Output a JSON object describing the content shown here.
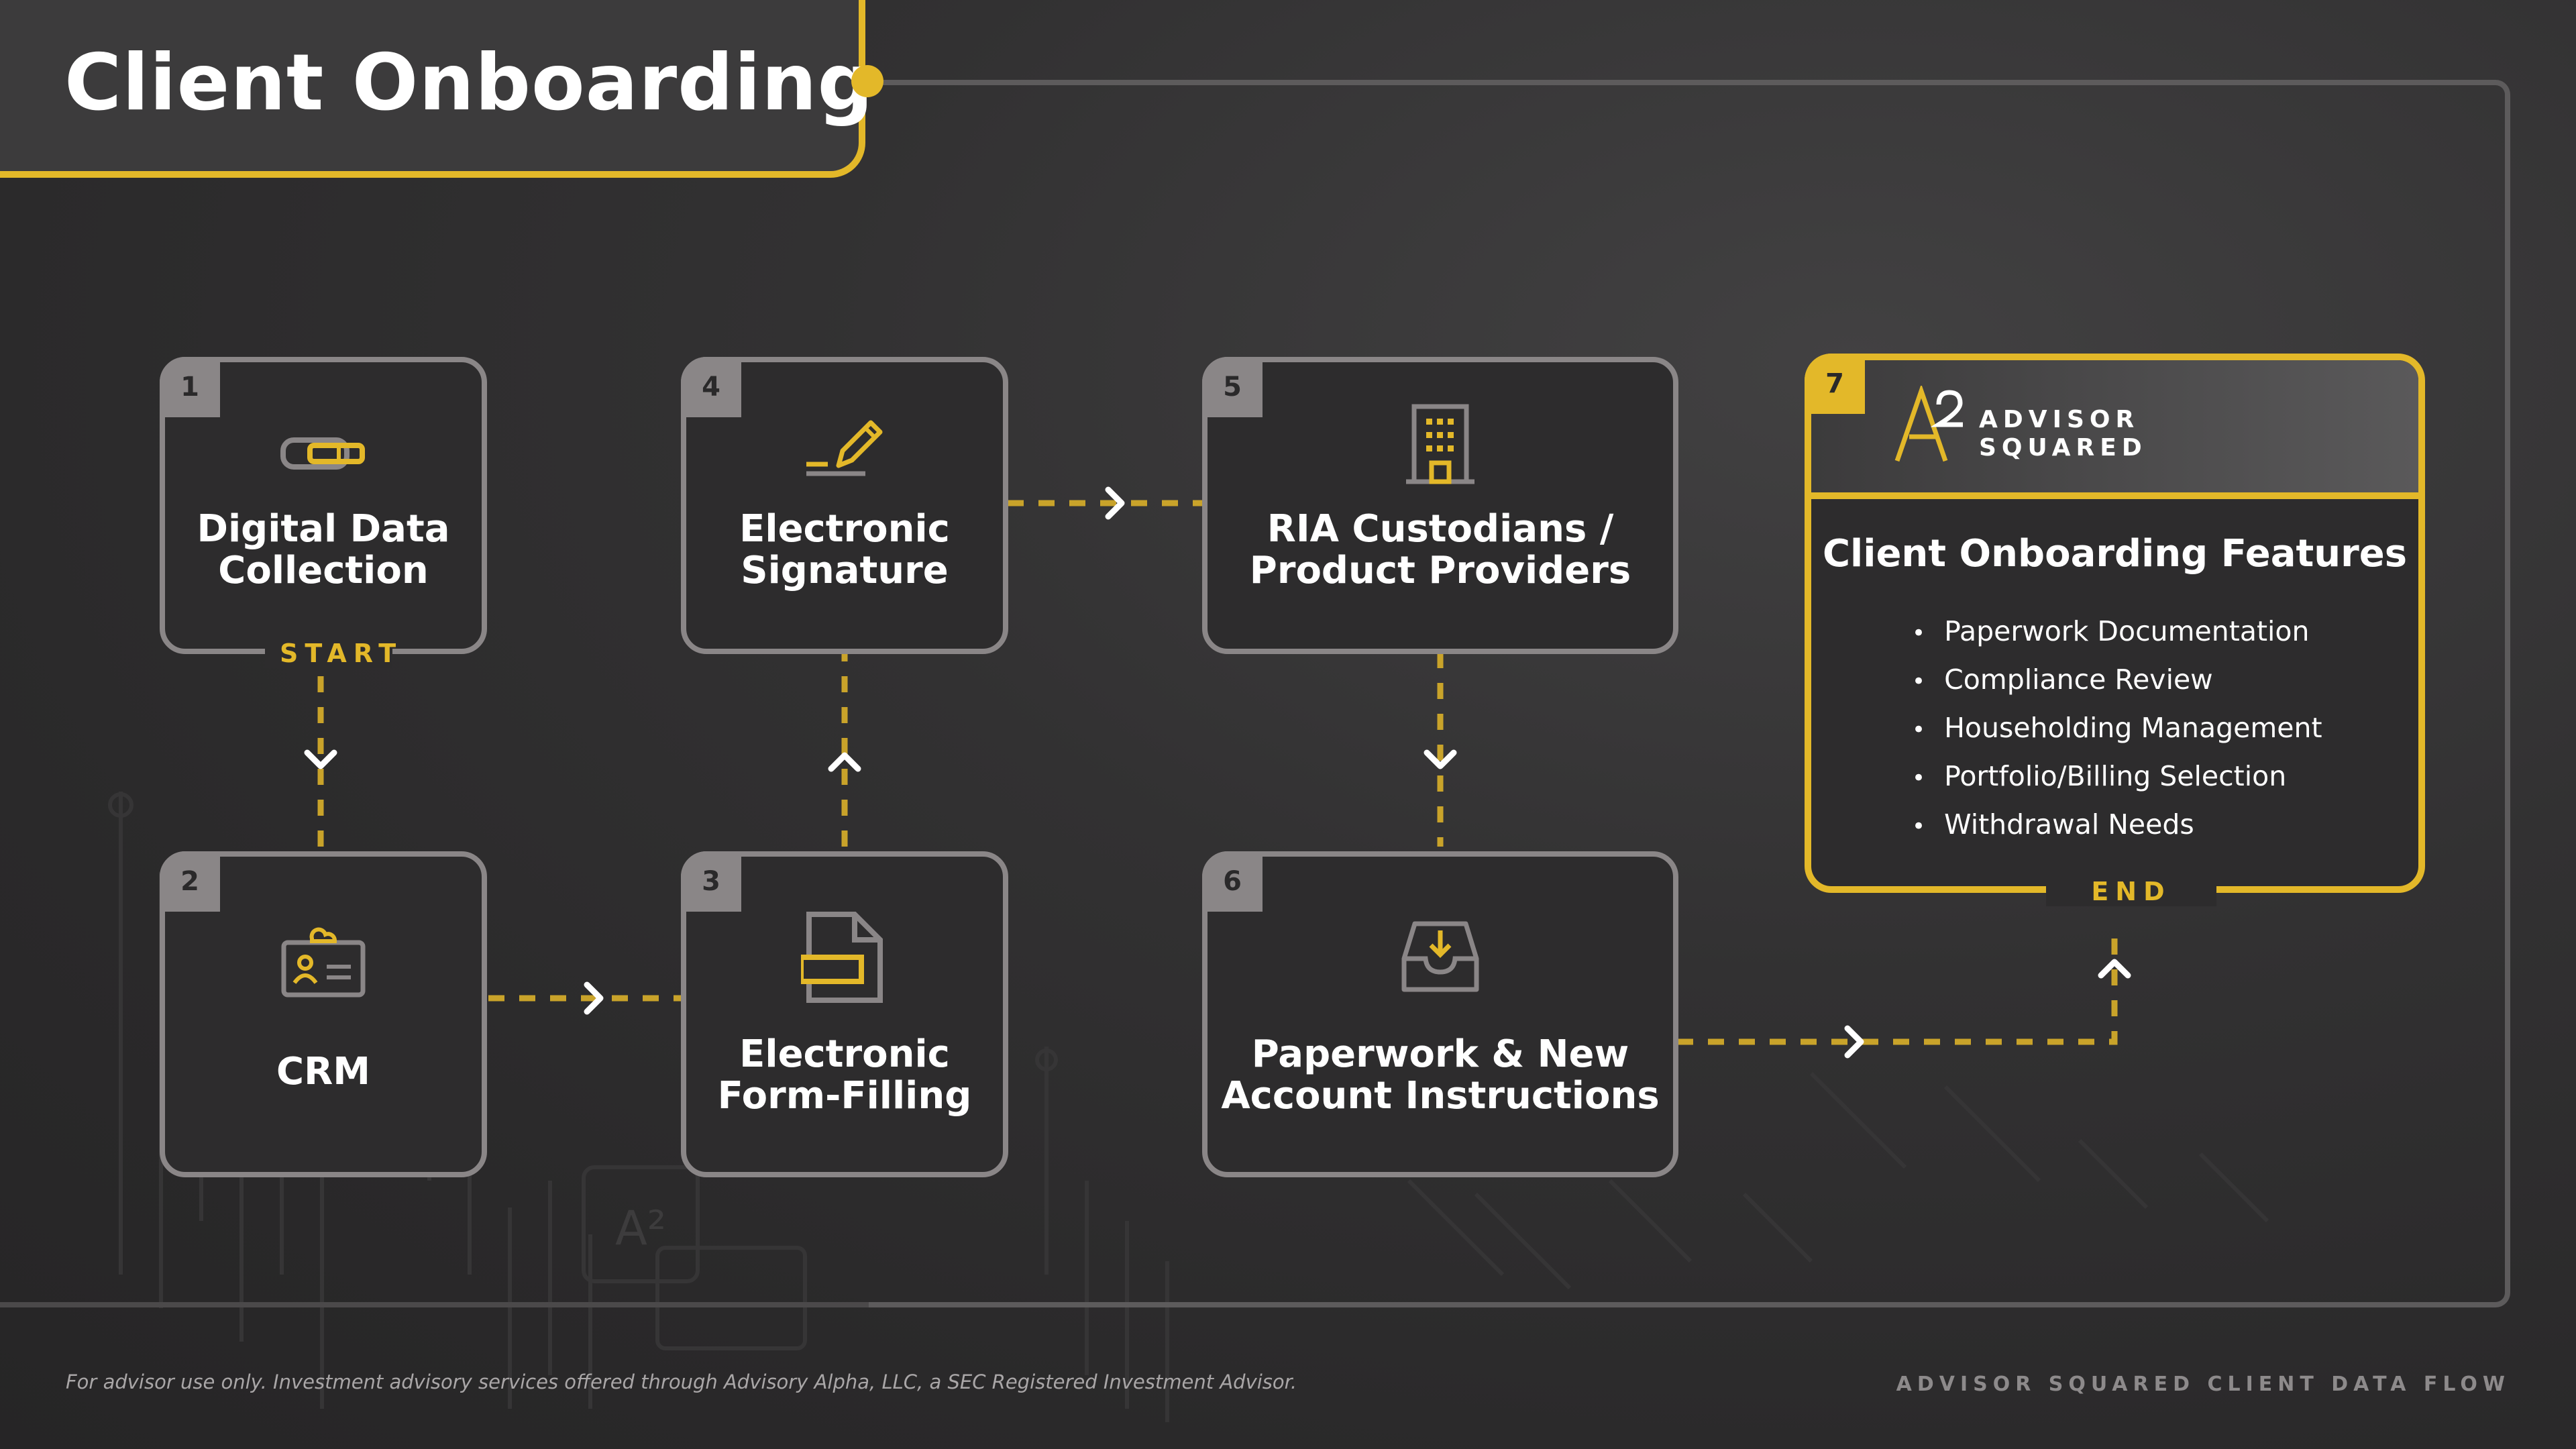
{
  "header": {
    "title": "Client Onboarding"
  },
  "steps": [
    {
      "number": "1",
      "label_line1": "Digital Data",
      "label_line2": "Collection",
      "tag": "START",
      "icon": "usb-drive-icon"
    },
    {
      "number": "2",
      "label_line1": "CRM",
      "label_line2": "",
      "icon": "contact-card-icon"
    },
    {
      "number": "3",
      "label_line1": "Electronic",
      "label_line2": "Form-Filling",
      "icon": "form-document-icon"
    },
    {
      "number": "4",
      "label_line1": "Electronic",
      "label_line2": "Signature",
      "icon": "pen-signature-icon"
    },
    {
      "number": "5",
      "label_line1": "RIA Custodians /",
      "label_line2": "Product Providers",
      "icon": "office-building-icon"
    },
    {
      "number": "6",
      "label_line1": "Paperwork & New",
      "label_line2": "Account Instructions",
      "icon": "inbox-download-icon"
    }
  ],
  "final_step": {
    "number": "7",
    "brand_line1": "ADVISOR",
    "brand_line2": "SQUARED",
    "brand_mark": "A2",
    "title": "Client Onboarding Features",
    "features": [
      "Paperwork Documentation",
      "Compliance Review",
      "Householding Management",
      "Portfolio/Billing Selection",
      "Withdrawal Needs"
    ],
    "tag": "END"
  },
  "footer": {
    "disclaimer": "For advisor use only. Investment advisory services offered through Advisory Alpha, LLC, a SEC Registered Investment Advisor.",
    "right_label": "ADVISOR SQUARED CLIENT DATA FLOW"
  },
  "colors": {
    "accent": "#e3b829",
    "card_border": "#8a8687",
    "background": "#2b2a2b",
    "connector": "#c9a32a"
  }
}
